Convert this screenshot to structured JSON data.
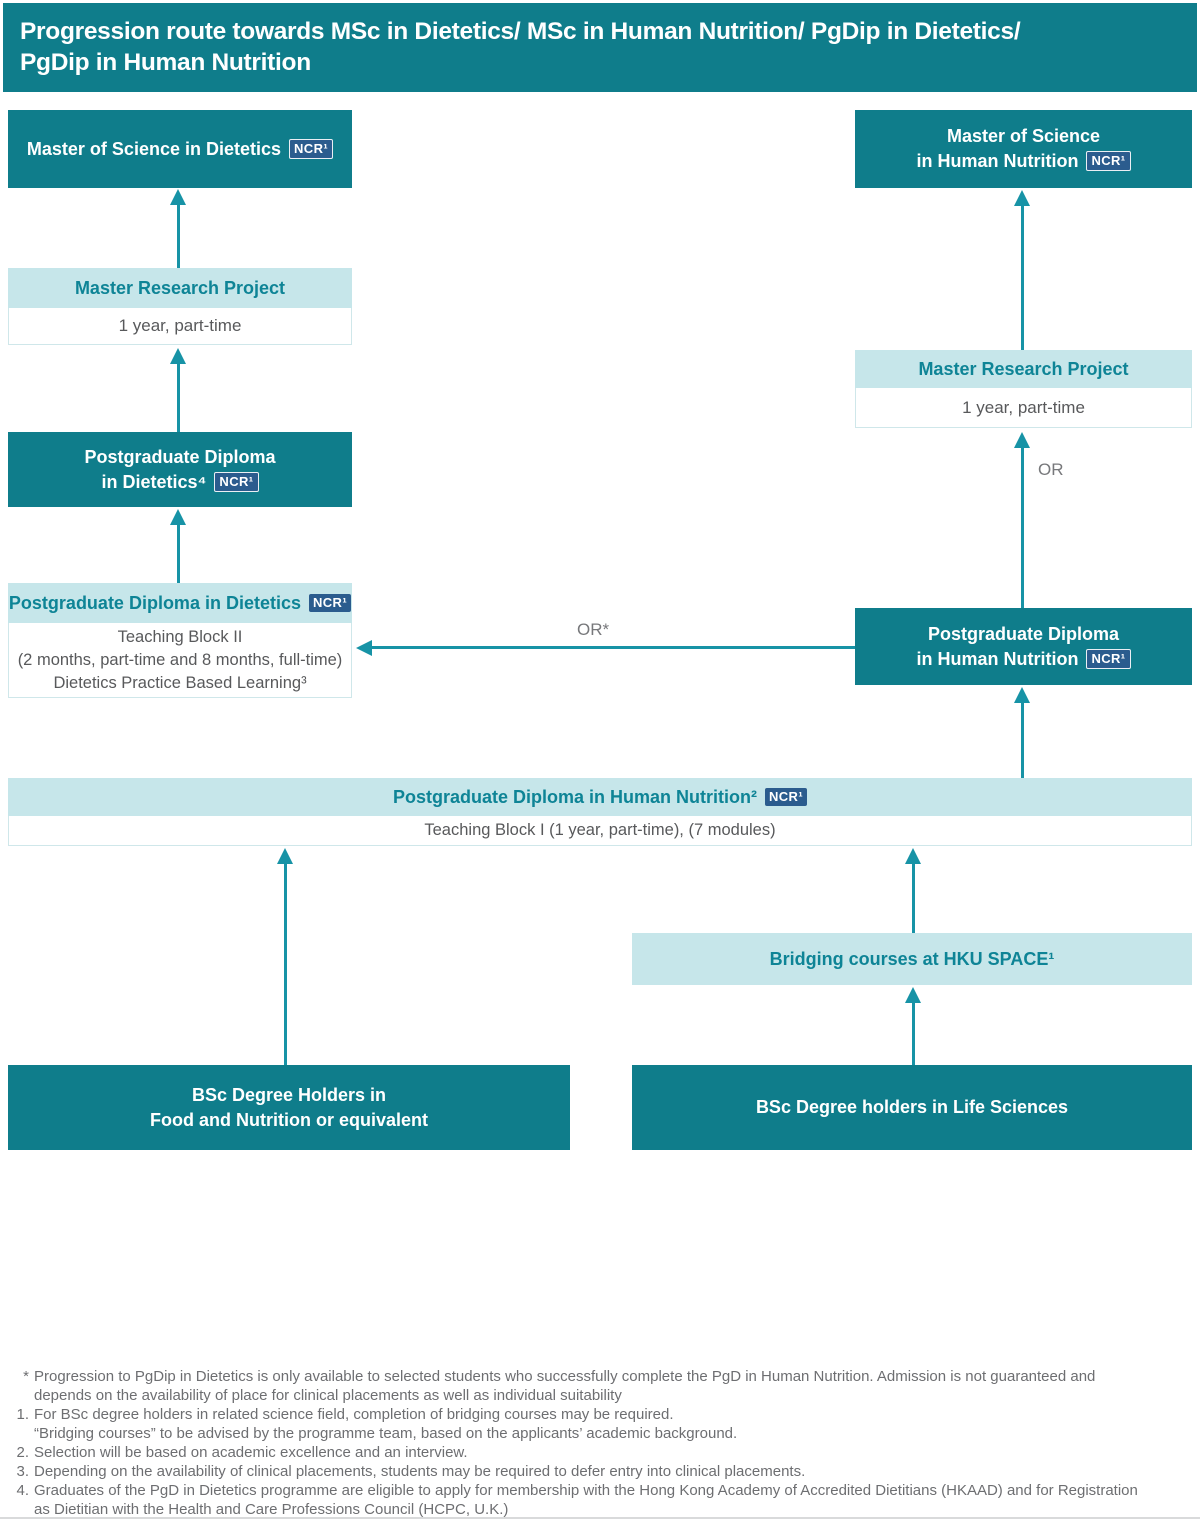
{
  "header": {
    "line1": "Progression route towards MSc in Dietetics/ MSc in Human Nutrition/ PgDip in Dietetics/",
    "line2": "PgDip in Human Nutrition"
  },
  "badge": "NCR¹",
  "labels": {
    "or": "OR",
    "or_star": "OR*"
  },
  "nodes": {
    "msc_dietetics": {
      "title": "Master of Science in Dietetics"
    },
    "mrp_left": {
      "title": "Master Research Project",
      "body": "1 year, part-time"
    },
    "pgdip_dietetics_adv": {
      "line1": "Postgraduate Diploma",
      "line2": "in Dietetics⁴"
    },
    "pgdip_dietetics": {
      "title": "Postgraduate Diploma in Dietetics",
      "body_line1": "Teaching Block II",
      "body_line2": "(2 months, part-time and 8 months, full-time)",
      "body_line3": "Dietetics Practice Based Learning³"
    },
    "msc_human_nutrition": {
      "line1": "Master of Science",
      "line2": "in Human Nutrition"
    },
    "mrp_right": {
      "title": "Master Research Project",
      "body": "1 year, part-time"
    },
    "pgdip_human_nutrition": {
      "line1": "Postgraduate Diploma",
      "line2": "in Human Nutrition"
    },
    "pgdip_hn_wide": {
      "title": "Postgraduate Diploma in Human Nutrition²",
      "body": "Teaching Block I (1 year, part-time), (7 modules)"
    },
    "bridging": {
      "title": "Bridging courses at HKU SPACE¹"
    },
    "bsc_food": {
      "line1": "BSc Degree Holders in",
      "line2": "Food and Nutrition or equivalent"
    },
    "bsc_life": {
      "title": "BSc Degree holders in Life Sciences"
    }
  },
  "footnotes": [
    {
      "marker": "*",
      "lines": [
        "Progression to PgDip in Dietetics is only available to selected students who successfully complete the PgD in Human Nutrition. Admission is not guaranteed and",
        "depends on the availability of place for clinical placements as well as individual suitability"
      ]
    },
    {
      "marker": "1.",
      "lines": [
        "For BSc degree holders in related science field, completion of bridging courses may be required.",
        "“Bridging courses” to be advised by the programme team, based on the applicants’ academic background."
      ]
    },
    {
      "marker": "2.",
      "lines": [
        "Selection will be based on academic excellence and an interview."
      ]
    },
    {
      "marker": "3.",
      "lines": [
        "Depending on the availability of clinical placements, students may be required to defer entry into clinical placements."
      ]
    },
    {
      "marker": "4.",
      "lines": [
        "Graduates of the PgD in Dietetics programme are eligible to apply for membership with the Hong Kong Academy of Accredited Dietitians (HKAAD) and for Registration",
        "as Dietitian with the Health and Care Professions Council (HCPC, U.K.)"
      ]
    }
  ],
  "colors": {
    "dark_teal": "#0f7d8b",
    "light_teal": "#c6e6ea",
    "arrow_teal": "#1793a6",
    "badge_navy": "#2b5c8e",
    "header_text_teal": "#0e8496",
    "body_text_gray": "#58595b",
    "footnote_gray": "#6d6e71"
  }
}
